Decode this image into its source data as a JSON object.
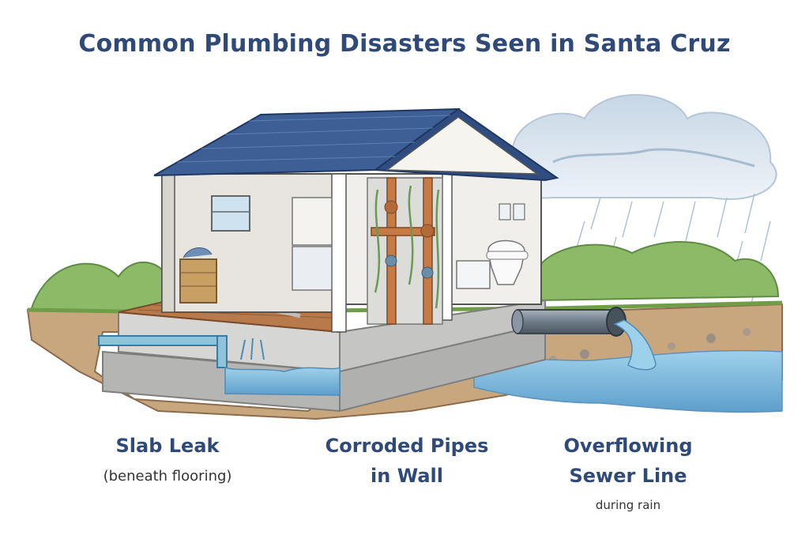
{
  "title": "Common Plumbing Disasters Seen in Santa Cruz",
  "labels": {
    "slab_leak": "Slab Leak",
    "slab_leak_sub": "(beneath flooring)",
    "corroded_line1": "Corroded Pipes",
    "corroded_line2": "in Wall",
    "sewer_line1": "Overflowing",
    "sewer_line2": "Sewer Line",
    "sewer_sub": "during rain"
  },
  "colors": {
    "title": "#2f4a78",
    "label": "#2f4a78",
    "subtext": "#333333",
    "roof": "#3d5f96",
    "wall": "#e9e6e1",
    "water": "#7ab6d9",
    "copper": "#c87a45",
    "grass": "#7bab58",
    "soil": "#b08c66",
    "concrete": "#b9bab8"
  }
}
